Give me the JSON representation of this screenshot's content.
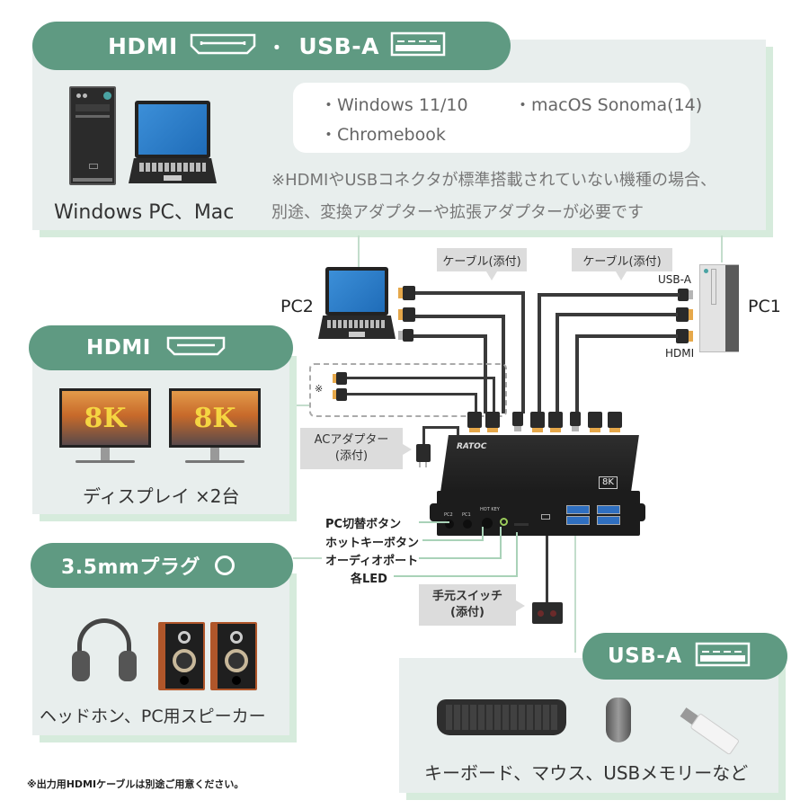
{
  "top_panel": {
    "header": {
      "hdmi": "HDMI",
      "separator": "・",
      "usb": "USB-A",
      "hdmi_icon": "hdmi-port-icon",
      "usb_icon": "usb-a-port-icon"
    },
    "devices_label": "Windows PC、Mac",
    "os_list": [
      "・Windows 11/10",
      "・macOS Sonoma(14)",
      "・Chromebook"
    ],
    "note_line1": "※HDMIやUSBコネクタが標準搭載されていない機種の場合、",
    "note_line2": "別途、変換アダプターや拡張アダプターが必要です"
  },
  "display_panel": {
    "header": "HDMI",
    "header_icon": "hdmi-port-icon",
    "monitor_text": "8K",
    "label": "ディスプレイ ×2台"
  },
  "audio_panel": {
    "header": "3.5mmプラグ",
    "header_icon": "circle-plug-icon",
    "label": "ヘッドホン、PC用スピーカー"
  },
  "usb_panel": {
    "header": "USB-A",
    "header_icon": "usb-a-port-icon",
    "label": "キーボード、マウス、USBメモリーなど"
  },
  "diagram": {
    "pc2_label": "PC2",
    "pc1_label": "PC1",
    "cable_callout_left": "ケーブル(添付)",
    "cable_callout_right": "ケーブル(添付)",
    "usb_a_label": "USB-A",
    "hdmi_label": "HDMI",
    "note_mark": "※",
    "ac_adapter_line1": "ACアダプター",
    "ac_adapter_line2": "(添付)",
    "switch_label_line1": "手元スイッチ",
    "switch_label_line2": "(添付)",
    "device_badge": "8K",
    "device_brand": "RATOC",
    "front_labels": {
      "pc2": "PC2",
      "pc1": "PC1",
      "hotkey": "HOT KEY"
    },
    "callouts": [
      "PC切替ボタン",
      "ホットキーボタン",
      "オーディオポート",
      "各LED"
    ]
  },
  "footnote": "※出力用HDMIケーブルは別途ご用意ください。",
  "colors": {
    "accent_green": "#5f9a82",
    "panel_bg": "#e8eeed",
    "panel_shadow": "#d6ebdc",
    "callout_gray": "#dcdcdc"
  }
}
